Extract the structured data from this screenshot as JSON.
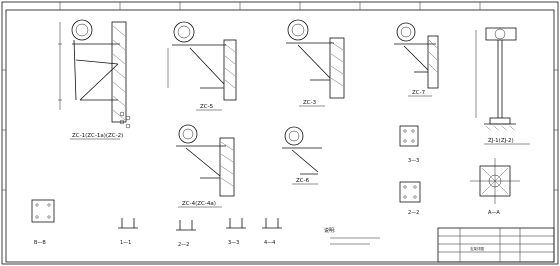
{
  "drawing": {
    "labels": {
      "zc_1_2": "ZC-1(ZC-1a)(ZC-2)",
      "zc_5": "ZC-5",
      "zc_3": "ZC-3",
      "zc_7": "ZC-7",
      "zc_4_4a": "ZC-4(ZC-4a)",
      "zc_6": "ZC-6",
      "zc_8_8b": "ZJ-1(ZJ-2)",
      "sec_33": "3—3",
      "sec_22": "2—2",
      "sec_AA": "A—A",
      "sec_11": "1—1",
      "sec_22b": "2—2",
      "sec_33b": "3—3",
      "sec_44": "4—4",
      "sec_BB": "B—B",
      "notes_title": "说明:"
    },
    "title_block": {
      "drawing_name": "支架详图"
    }
  }
}
